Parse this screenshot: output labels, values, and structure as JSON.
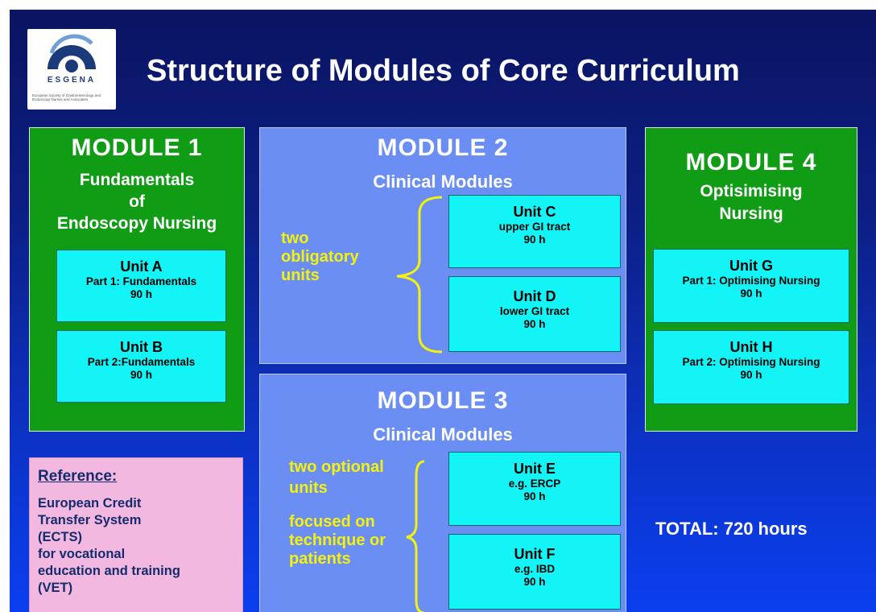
{
  "header": {
    "title": "Structure of Modules of Core Curriculum",
    "logo_text": "ESGENA",
    "logo_subtext": "European Society of Gastroenterology and Endoscopy Nurses and Associates"
  },
  "module1": {
    "title": "MODULE 1",
    "subtitle_lines": [
      "Fundamentals",
      "of",
      "Endoscopy Nursing"
    ],
    "units": [
      {
        "name": "Unit A",
        "desc": "Part 1: Fundamentals",
        "hours": "90 h"
      },
      {
        "name": "Unit B",
        "desc": "Part 2:Fundamentals",
        "hours": "90 h"
      }
    ]
  },
  "module2": {
    "title": "MODULE 2",
    "subtitle": "Clinical Modules",
    "note_lines": [
      "two",
      "obligatory",
      "units"
    ],
    "units": [
      {
        "name": "Unit C",
        "desc": "upper GI tract",
        "hours": "90 h"
      },
      {
        "name": "Unit D",
        "desc": "lower GI tract",
        "hours": "90 h"
      }
    ]
  },
  "module3": {
    "title": "MODULE 3",
    "subtitle": "Clinical Modules",
    "note1_lines": [
      "two optional",
      "units"
    ],
    "note2_lines": [
      "focused on",
      "technique or",
      "patients"
    ],
    "units": [
      {
        "name": "Unit E",
        "desc": "e.g. ERCP",
        "hours": "90 h"
      },
      {
        "name": "Unit F",
        "desc": "e.g. IBD",
        "hours": "90 h"
      }
    ]
  },
  "module4": {
    "title": "MODULE 4",
    "subtitle_lines": [
      "Optisimising",
      "Nursing"
    ],
    "units": [
      {
        "name": "Unit G",
        "desc": "Part 1: Optimising Nursing",
        "hours": "90 h"
      },
      {
        "name": "Unit H",
        "desc": "Part 2: Optimising Nursing",
        "hours": "90 h"
      }
    ]
  },
  "reference": {
    "title": "Reference:",
    "body_lines": [
      "European Credit",
      "Transfer System",
      "(ECTS)",
      "for vocational",
      "education and training",
      "(VET)"
    ]
  },
  "total": "TOTAL: 720  hours",
  "colors": {
    "module_green": "#119c16",
    "module_blue": "#6b8ef4",
    "unit_cyan": "#12f4f6",
    "note_yellow": "#f4f20c",
    "reference_pink": "#f2b8e0"
  }
}
